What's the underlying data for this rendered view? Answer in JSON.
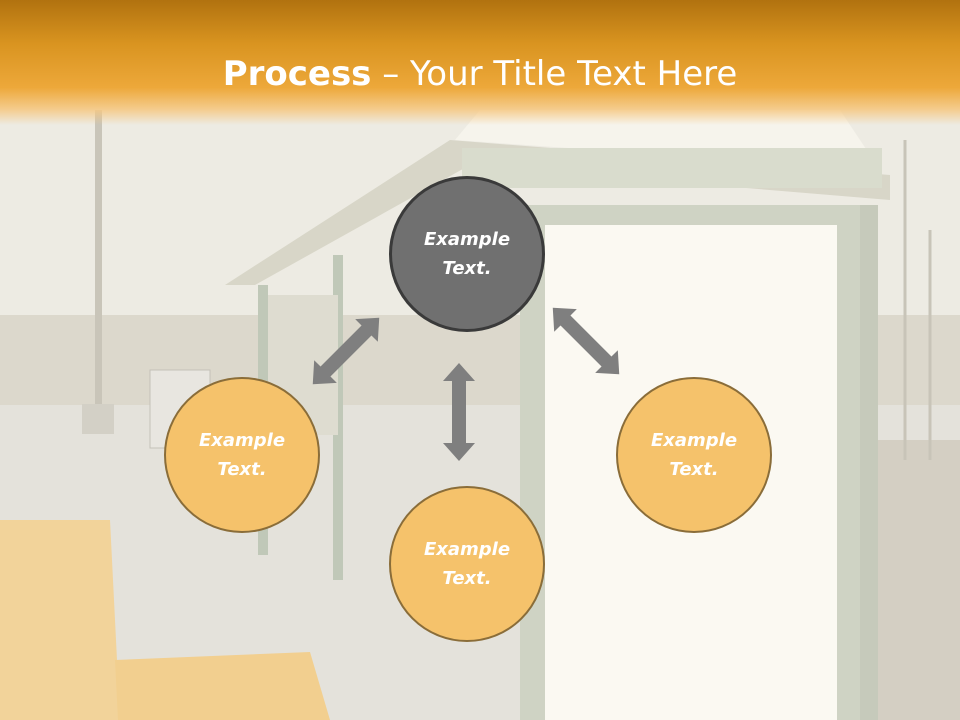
{
  "title": {
    "bold": "Process",
    "rest": " – Your Title Text Here"
  },
  "nodes": {
    "top": "Example\nText.",
    "left": "Example\nText.",
    "bottom": "Example\nText.",
    "right": "Example\nText."
  },
  "colors": {
    "header": "#e49d2c",
    "node_fill": "#f5c26b",
    "node_border": "#8a6d39",
    "center_fill": "#707070",
    "arrow": "#7f7f7f"
  }
}
